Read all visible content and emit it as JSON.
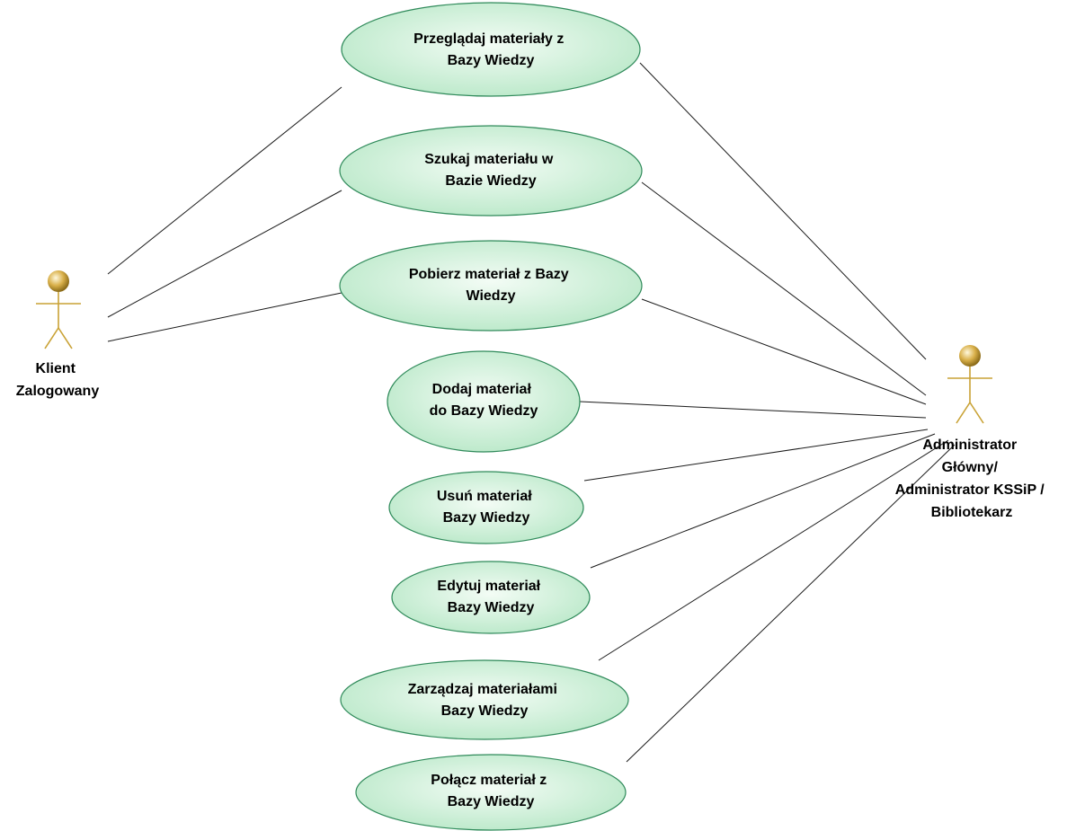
{
  "actors": {
    "client": {
      "lines": [
        "Klient",
        "Zalogowany"
      ]
    },
    "admin": {
      "lines": [
        "Administrator",
        "Główny/",
        "Administrator KSSiP /",
        "Bibliotekarz"
      ]
    }
  },
  "use_cases": [
    {
      "id": "uc-browse",
      "lines": [
        "Przeglądaj materiały z",
        "Bazy Wiedzy"
      ]
    },
    {
      "id": "uc-search",
      "lines": [
        "Szukaj materiału w",
        "Bazie Wiedzy"
      ]
    },
    {
      "id": "uc-download",
      "lines": [
        "Pobierz materiał z Bazy",
        "Wiedzy"
      ]
    },
    {
      "id": "uc-add",
      "lines": [
        "Dodaj materiał",
        "do Bazy Wiedzy"
      ]
    },
    {
      "id": "uc-delete",
      "lines": [
        "Usuń materiał",
        "Bazy Wiedzy"
      ]
    },
    {
      "id": "uc-edit",
      "lines": [
        "Edytuj materiał",
        "Bazy Wiedzy"
      ]
    },
    {
      "id": "uc-manage",
      "lines": [
        "Zarządzaj materiałami",
        "Bazy Wiedzy"
      ]
    },
    {
      "id": "uc-link",
      "lines": [
        "Połącz materiał z",
        "Bazy Wiedzy"
      ]
    }
  ],
  "colors": {
    "use_case_fill_light": "#f3fcf5",
    "use_case_fill_dark": "#b9e8c8",
    "use_case_border": "#2f8a5a",
    "actor_color": "#c9a235"
  }
}
